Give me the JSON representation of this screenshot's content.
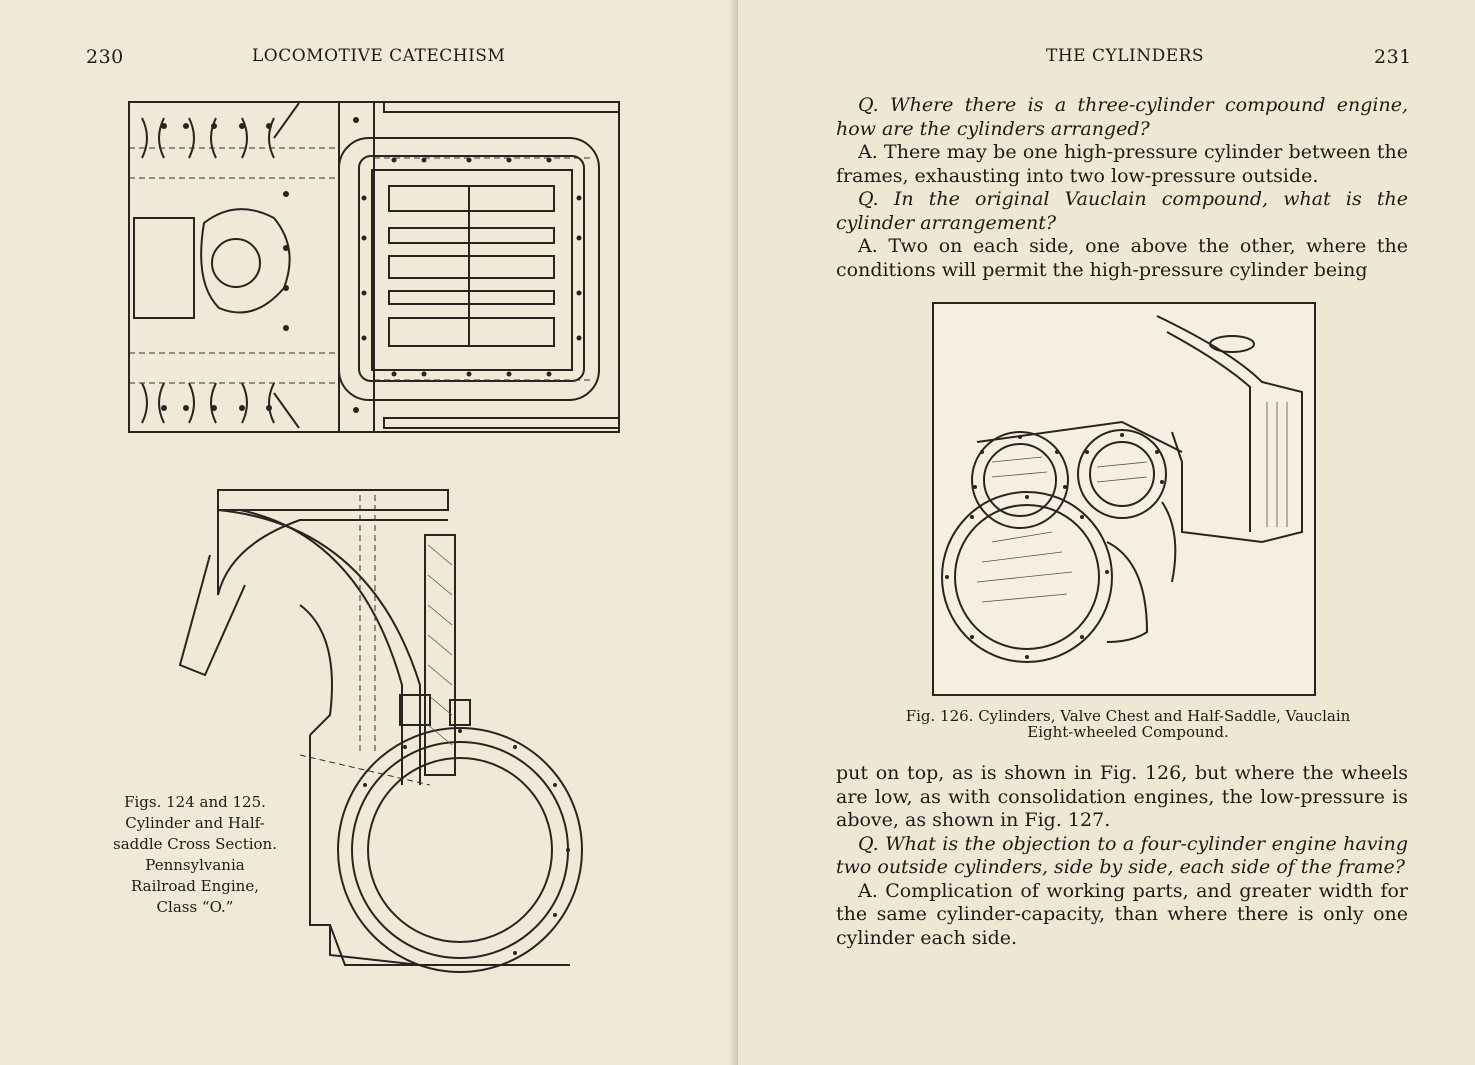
{
  "left_page": {
    "page_number": "230",
    "running_head": "LOCOMOTIVE CATECHISM",
    "caption_lines": [
      "Figs. 124 and 125.",
      "Cylinder and Half-",
      "saddle Cross Section.",
      "Pennsylvania",
      "Railroad Engine,",
      "Class “O.”"
    ]
  },
  "right_page": {
    "page_number": "231",
    "running_head": "THE CYLINDERS",
    "q1": "Q. Where there is a three-cylinder compound engine, how are the cylinders arranged?",
    "a1": "A. There may be one high-pressure cylinder between the frames, exhausting into two low-pressure outside.",
    "q2": "Q. In the original Vauclain compound, what is the cylinder arrangement?",
    "a2_start": "A. Two on each side, one above the other, where the conditions will permit the high-pressure cylinder being",
    "fig_caption_line1": "Fig. 126. Cylinders, Valve Chest and Half-Saddle, Vauclain",
    "fig_caption_line2": "Eight-wheeled Compound.",
    "a2_cont": "put on top, as is shown in Fig. 126, but where the wheels are low, as with consolidation engines, the low-pressure is above, as shown in Fig. 127.",
    "q3": "Q. What is the objection to a four-cylinder engine having two outside cylinders, side by side, each side of the frame?",
    "a3": "A. Complication of working parts, and greater width for the same cylinder-capacity, than where there is only one cylinder each side."
  }
}
